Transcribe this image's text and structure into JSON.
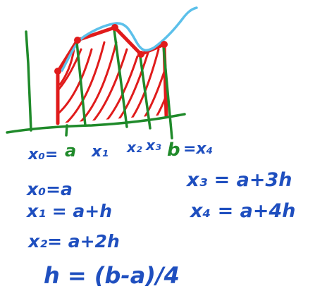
{
  "colors": {
    "axis_green": "#1f8a2a",
    "curve_blue": "#5cc0ea",
    "trapezoid_red": "#e01b1b",
    "ink_blue": "#1f4fbf",
    "ink_green": "#1f8a2a"
  },
  "axis_labels": {
    "x0_eq": "x₀=",
    "a": "a",
    "x1": "x₁",
    "x2": "x₂",
    "x3": "x₃",
    "b": "b",
    "eq_x4": "=x₄"
  },
  "equations": {
    "x0": "x₀=a",
    "x1": "x₁ = a+h",
    "x2": "x₂= a+2h",
    "x3": "x₃ = a+3h",
    "x4": "x₄ = a+4h",
    "h": "h = (b-a)/4"
  }
}
